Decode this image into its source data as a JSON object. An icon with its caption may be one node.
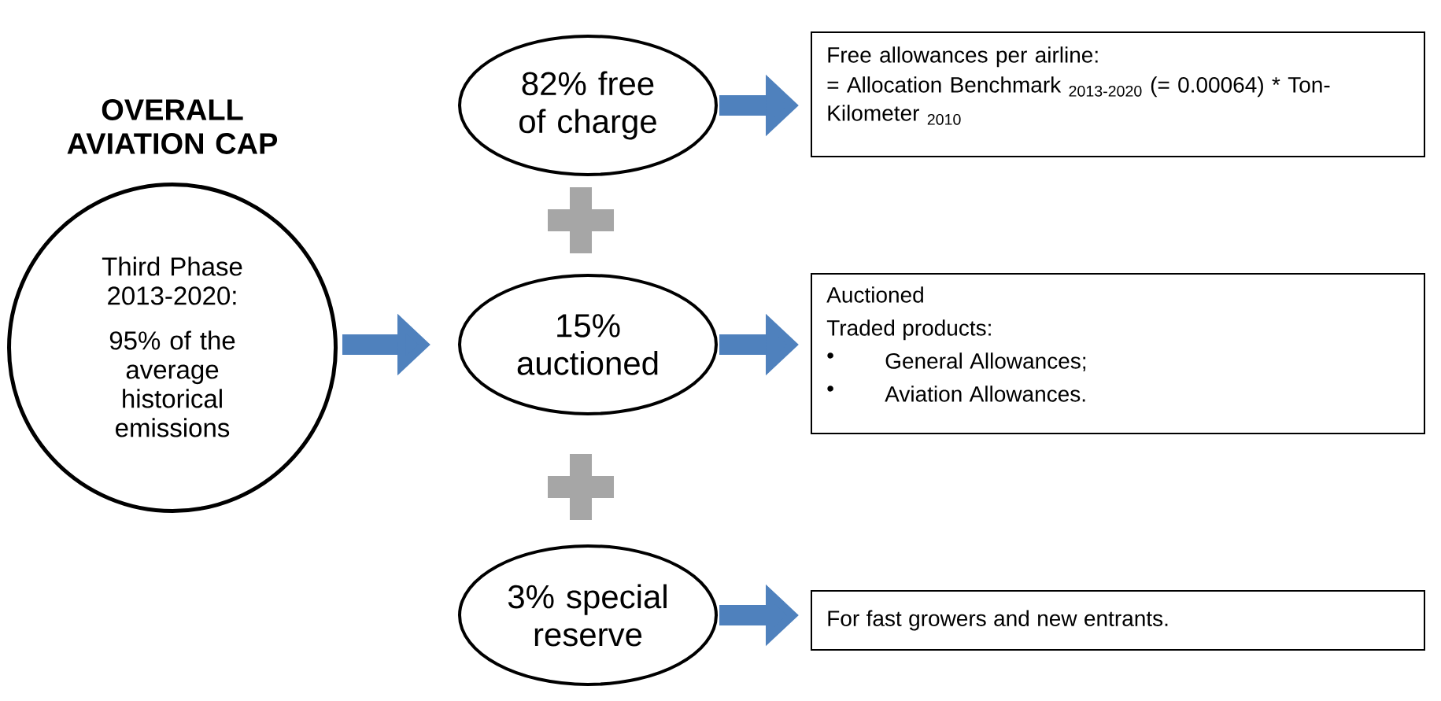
{
  "diagram": {
    "nodes": [
      {
        "text": [
          "OVERALL AVIATION CAP",
          "Third Phase 2013-2020:",
          "95% of the average historical emissions"
        ]
      },
      {
        "text": [
          "82% free of charge"
        ]
      },
      {
        "text": [],
        "shape": "cross"
      },
      {
        "text": [
          "15% auctioned"
        ]
      },
      {
        "text": [],
        "shape": "cross"
      },
      {
        "text": [
          "3% special reserve"
        ]
      },
      {
        "text": [
          "Free allowances per airline:",
          "= Allocation Benchmark $_{2013-2020}$ (= 0.00064) * Ton-Kilometer $_{2010}$"
        ]
      },
      {
        "text": [
          "Auctioned",
          "Traded products:",
          "General Allowances;",
          "Aviation Allowances."
        ]
      },
      {
        "text": [
          "For fast growers and new entrants."
        ]
      }
    ],
    "edges": [
      {
        "from": 0,
        "to": 3,
        "arrow": "to"
      },
      {
        "from": 1,
        "to": 6,
        "arrow": "to"
      },
      {
        "from": 3,
        "to": 7,
        "arrow": "to"
      },
      {
        "from": 5,
        "to": 8,
        "arrow": "to"
      }
    ],
    "labels": [
      "•",
      "•"
    ]
  }
}
